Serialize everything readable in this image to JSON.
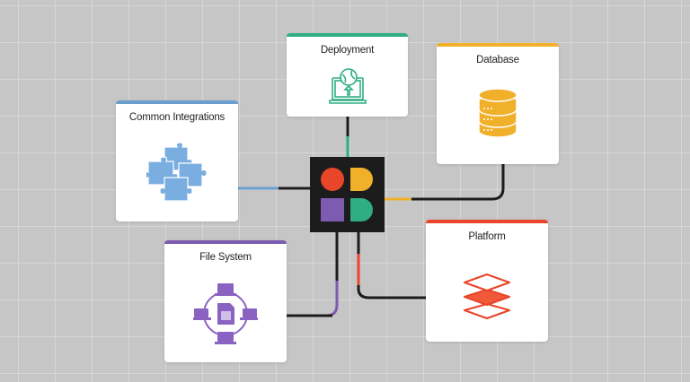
{
  "diagram": {
    "hub": {
      "label": "",
      "colors": [
        "#e8452a",
        "#f0b02a",
        "#7c5bb0",
        "#2fae84"
      ]
    },
    "nodes": [
      {
        "id": "deployment",
        "title": "Deployment",
        "icon": "laptop-globe-upload-icon",
        "color": "#2fae84"
      },
      {
        "id": "database",
        "title": "Database",
        "icon": "database-icon",
        "color": "#f0b02a"
      },
      {
        "id": "common-integrations",
        "title": "Common Integrations",
        "icon": "puzzle-icon",
        "color": "#6a9fcf"
      },
      {
        "id": "file-system",
        "title": "File System",
        "icon": "network-files-icon",
        "color": "#7c5bb0"
      },
      {
        "id": "platform",
        "title": "Platform",
        "icon": "layers-icon",
        "color": "#e8452a"
      }
    ]
  }
}
